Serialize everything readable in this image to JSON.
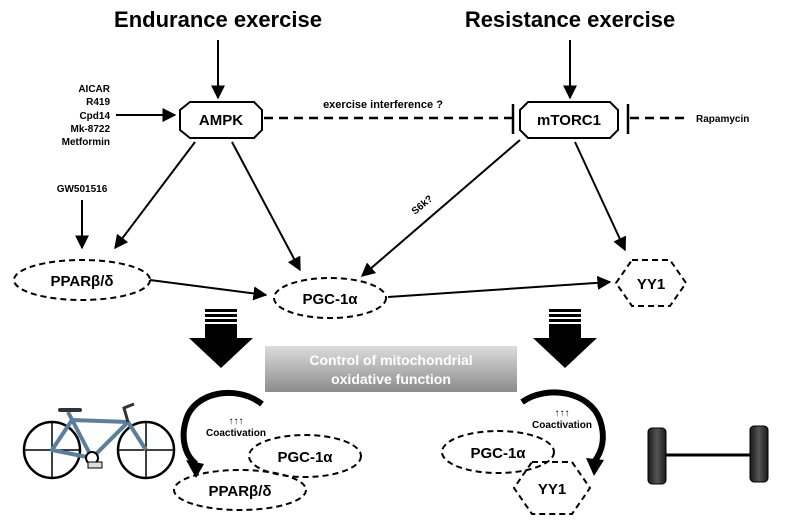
{
  "titles": {
    "endurance": "Endurance exercise",
    "resistance": "Resistance exercise"
  },
  "nodes": {
    "ampk": "AMPK",
    "mtorc1": "mTORC1",
    "ppar": "PPARβ/δ",
    "pgc1a": "PGC-1α",
    "yy1": "YY1"
  },
  "ampk_activators": [
    "AICAR",
    "R419",
    "Cpd14",
    "Mk-8722",
    "Metformin"
  ],
  "ppar_agonist": "GW501516",
  "mtorc1_inhibitor": "Rapamycin",
  "interference_label": "exercise interference ?",
  "s6k_label": "S6k?",
  "banner": {
    "line1": "Control of mitochondrial",
    "line2": "oxidative function"
  },
  "coactivation": {
    "arrows": "↑↑↑",
    "label": "Coactivation",
    "left": {
      "top": "PGC-1α",
      "bottom": "PPARβ/δ"
    },
    "right": {
      "left": "PGC-1α",
      "bottom": "YY1"
    }
  },
  "colors": {
    "banner_gradient_top": "#d9d9d9",
    "banner_gradient_bottom": "#8a8a8a",
    "bike_frame": "#5a7f9c"
  }
}
